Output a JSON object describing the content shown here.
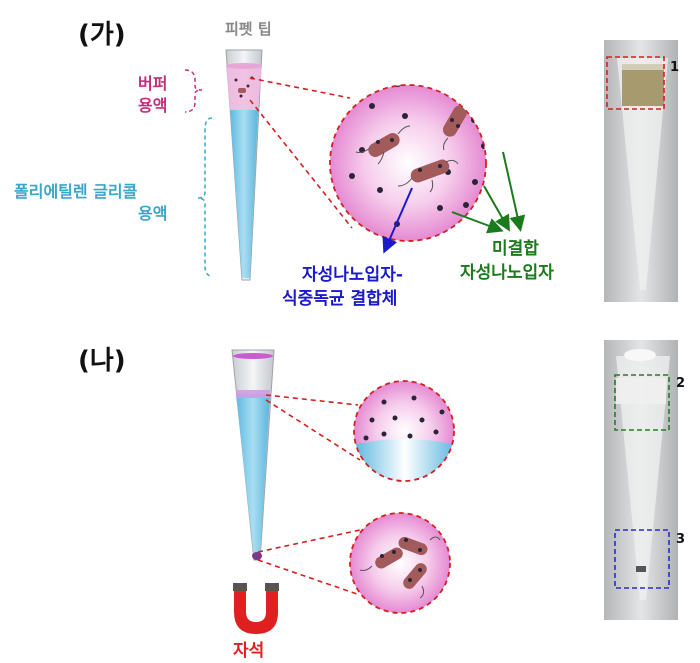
{
  "panel_a": {
    "label": "(가)",
    "pipette_tip_label": "피펫 팁",
    "buffer_label": [
      "버퍼",
      "용액"
    ],
    "peg_label": [
      "폴리에틸렌 글리콜",
      "용액"
    ],
    "complex_label": [
      "자성나노입자-",
      "식중독균 결합체"
    ],
    "unbound_label": [
      "미결합",
      "자성나노입자"
    ],
    "photo_marker": "1"
  },
  "panel_b": {
    "label": "(나)",
    "magnet_label": "자석",
    "photo_markers": [
      "2",
      "3"
    ]
  },
  "colors": {
    "magenta_text": "#c0307c",
    "peg_text": "#3aa6c8",
    "complex_arrow": "#1a1acc",
    "unbound_arrow": "#1b7a1b",
    "red_dash": "#d42020",
    "green_dash": "#2a7a2a",
    "blue_dash": "#2a2acc",
    "liquid_blue": "#7ecbea",
    "bacteria": "#a25a5a",
    "magnet_red": "#e02020"
  }
}
